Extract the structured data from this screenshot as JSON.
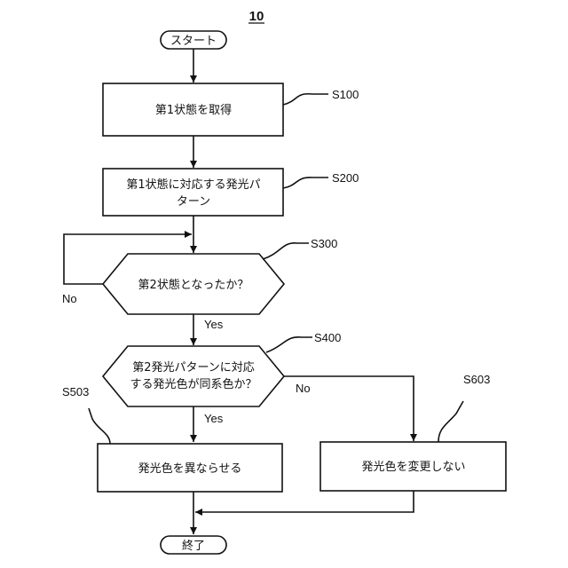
{
  "figure_ref": "10",
  "start": "スタート",
  "end": "終了",
  "steps": {
    "s100": {
      "ref": "S100",
      "lines": [
        "第1状態を取得"
      ]
    },
    "s200": {
      "ref": "S200",
      "lines": [
        "第1状態に対応する発光パ",
        "ターン"
      ]
    },
    "s300": {
      "ref": "S300",
      "lines": [
        "第2状態となったか？"
      ]
    },
    "s400": {
      "ref": "S400",
      "lines": [
        "第2発光パターンに対応",
        "する発光色が同系色か？"
      ]
    },
    "s503": {
      "ref": "S503",
      "lines": [
        "発光色を異ならせる"
      ]
    },
    "s603": {
      "ref": "S603",
      "lines": [
        "発光色を変更しない"
      ]
    }
  },
  "branch_labels": {
    "yes": "Yes",
    "no": "No"
  }
}
